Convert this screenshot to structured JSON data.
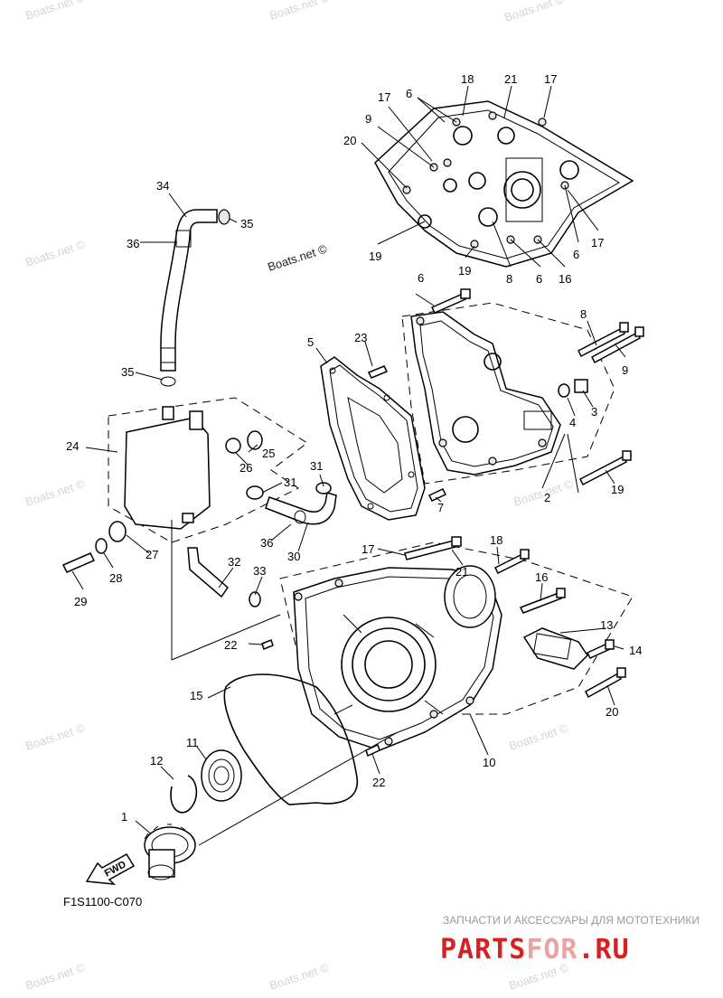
{
  "diagram": {
    "code_label": "F1S1100-C070",
    "fwd_label": "FWD",
    "inline_watermark": "Boats.net ©",
    "background_watermark": "Boats.net ©",
    "brand": {
      "tagline": "ЗАПЧАСТИ И АКСЕССУАРЫ ДЛЯ МОТОТЕХНИКИ",
      "name_part1": "PARTS",
      "name_part2": "FOR",
      "name_part3": ".RU",
      "colors": {
        "red": "#d92020",
        "pink": "#e9a3a3"
      }
    },
    "callouts": [
      "34",
      "35",
      "36",
      "35",
      "24",
      "25",
      "26",
      "31",
      "31",
      "27",
      "28",
      "29",
      "36",
      "30",
      "32",
      "33",
      "18",
      "21",
      "17",
      "17",
      "6",
      "9",
      "20",
      "19",
      "19",
      "8",
      "6",
      "16",
      "6",
      "17",
      "6",
      "5",
      "23",
      "8",
      "9",
      "4",
      "3",
      "2",
      "19",
      "7",
      "17",
      "18",
      "21",
      "16",
      "13",
      "14",
      "20",
      "22",
      "15",
      "11",
      "12",
      "1",
      "10",
      "22"
    ]
  }
}
